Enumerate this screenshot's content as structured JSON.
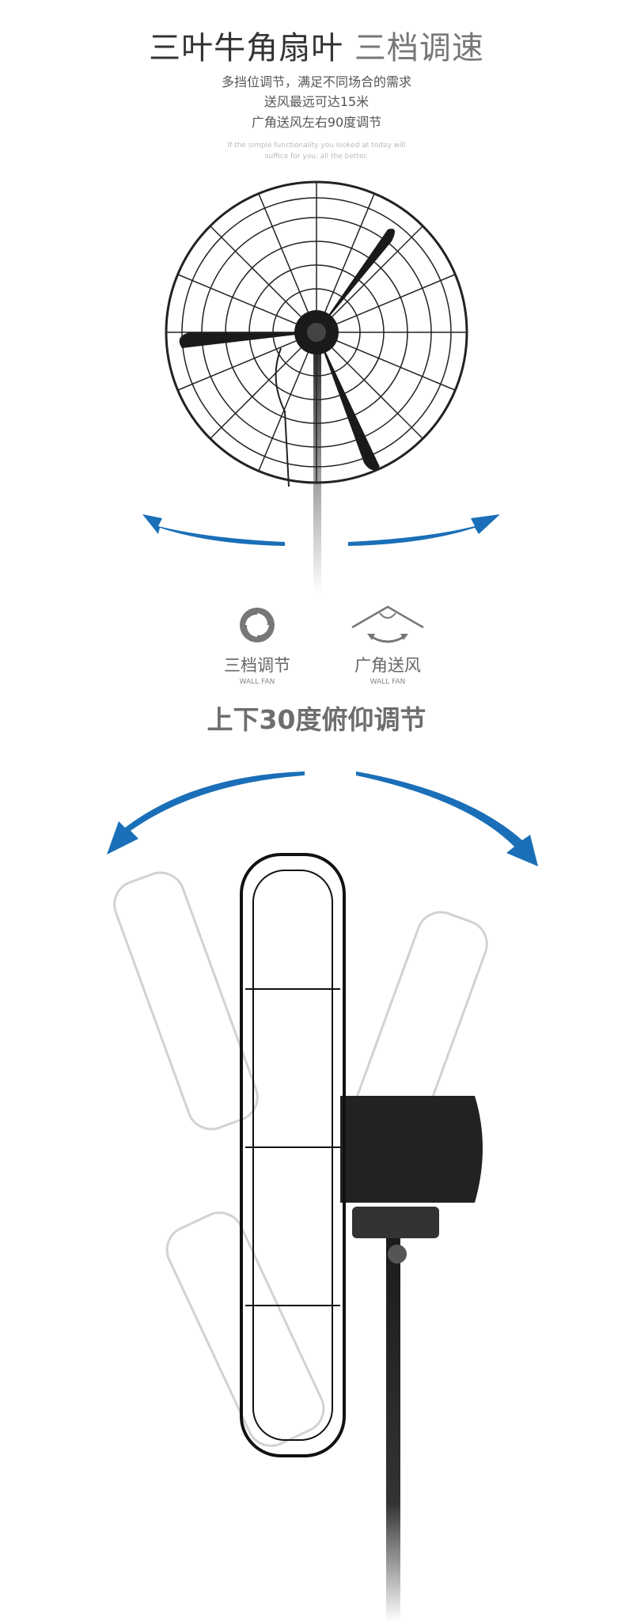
{
  "header": {
    "title_bold": "三叶牛角扇叶",
    "title_light": "三档调速",
    "lines": [
      "多挡位调节，满足不同场合的需求",
      "送风最远可达15米",
      "广角送风左右90度调节"
    ],
    "english": [
      "If the simple functionality you looked at today will",
      "suffice for you, all the better."
    ]
  },
  "features": [
    {
      "icon": "swirl-icon",
      "label": "三档调节",
      "sub": "WALL FAN"
    },
    {
      "icon": "wide-angle-icon",
      "label": "广角送风",
      "sub": "WALL FAN"
    }
  ],
  "tilt_heading": "上下30度俯仰调节",
  "colors": {
    "arrow": "#1a6fb8",
    "text": "#333333"
  }
}
